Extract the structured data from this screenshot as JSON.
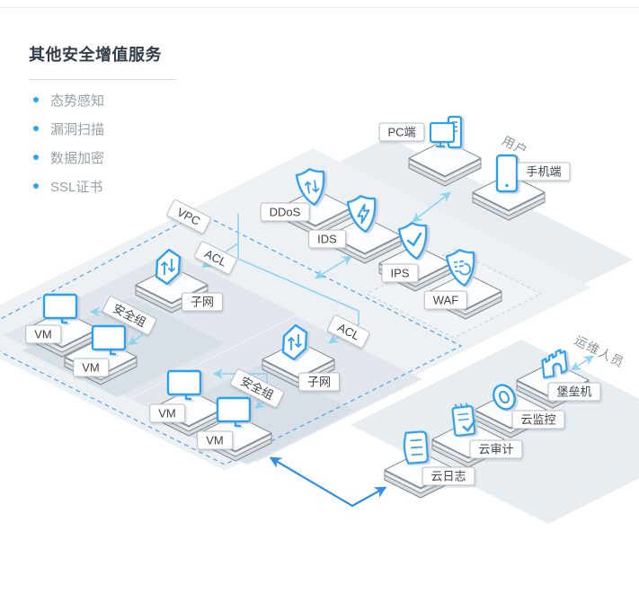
{
  "sidebar": {
    "title": "其他安全增值服务",
    "items": [
      {
        "label": "态势感知"
      },
      {
        "label": "漏洞扫描"
      },
      {
        "label": "数据加密"
      },
      {
        "label": "SSL证书"
      }
    ]
  },
  "diagram": {
    "labels": {
      "pc": "PC端",
      "mobile": "手机端",
      "user_zone": "用户",
      "ddos": "DDoS",
      "ids": "IDS",
      "ips": "IPS",
      "waf": "WAF",
      "vpc": "VPC",
      "acl1": "ACL",
      "acl2": "ACL",
      "subnet1": "子网",
      "subnet2": "子网",
      "sg1": "安全组",
      "sg2": "安全组",
      "vm1": "VM",
      "vm2": "VM",
      "vm3": "VM",
      "vm4": "VM",
      "ops_zone": "运维人员",
      "bastion": "堡垒机",
      "cloud_monitor": "云监控",
      "cloud_audit": "云审计",
      "cloud_log": "云日志"
    },
    "colors": {
      "accent_blue": "#2aa0f0",
      "dashed_border": "#4ba3ef",
      "connector": "#8fd3f3",
      "flow_arrow": "#2f8fee",
      "plane": "#edf1f4",
      "subnet_plane": "#e1e7ed"
    }
  }
}
